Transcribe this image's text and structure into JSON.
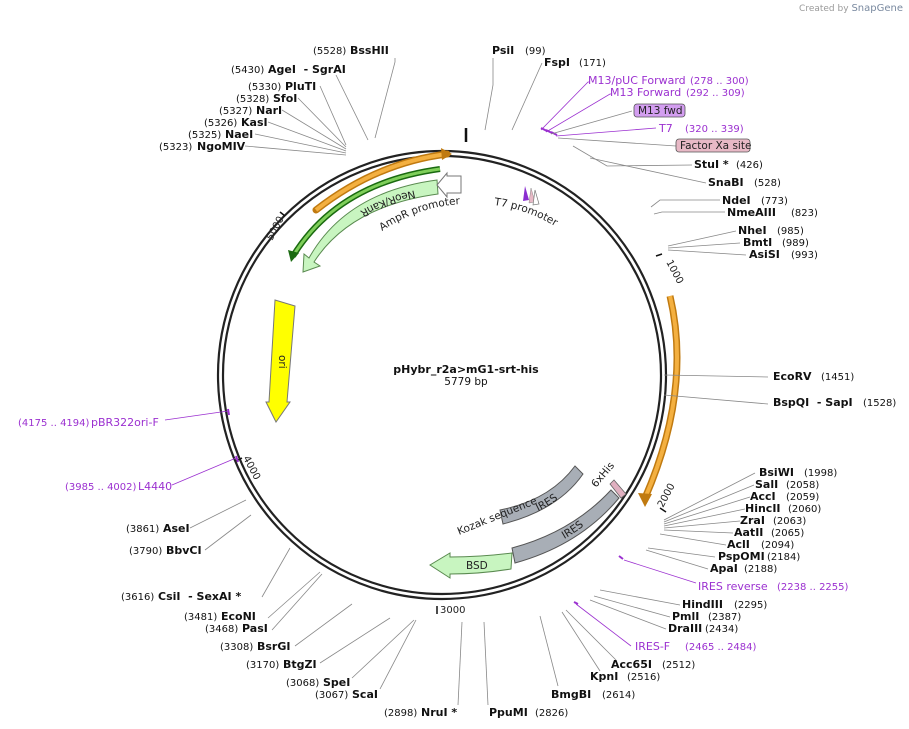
{
  "app": {
    "credit_prefix": "Created by",
    "credit_brand": "SnapGene"
  },
  "plasmid": {
    "name": "pHybr_r2a>mG1-srt-his",
    "size_label": "5779 bp",
    "length": 5779
  },
  "ticks": [
    "1000",
    "2000",
    "3000",
    "4000",
    "5000"
  ],
  "enzymes": [
    {
      "name": "PsiI",
      "pos": "(99)"
    },
    {
      "name": "FspI",
      "pos": "(171)"
    },
    {
      "name": "StuI *",
      "pos": "(426)"
    },
    {
      "name": "SnaBI",
      "pos": "(528)"
    },
    {
      "name": "NdeI",
      "pos": "(773)"
    },
    {
      "name": "NmeAIII",
      "pos": "(823)"
    },
    {
      "name": "NheI",
      "pos": "(985)"
    },
    {
      "name": "BmtI",
      "pos": "(989)"
    },
    {
      "name": "AsiSI",
      "pos": "(993)"
    },
    {
      "name": "EcoRV",
      "pos": "(1451)"
    },
    {
      "name": "BspQI  - SapI",
      "pos": "(1528)"
    },
    {
      "name": "BsiWI",
      "pos": "(1998)"
    },
    {
      "name": "SalI",
      "pos": "(2058)"
    },
    {
      "name": "AccI",
      "pos": "(2059)"
    },
    {
      "name": "HincII",
      "pos": "(2060)"
    },
    {
      "name": "ZraI",
      "pos": "(2063)"
    },
    {
      "name": "AatII",
      "pos": "(2065)"
    },
    {
      "name": "AclI",
      "pos": "(2094)"
    },
    {
      "name": "PspOMI",
      "pos": "(2184)"
    },
    {
      "name": "ApaI",
      "pos": "(2188)"
    },
    {
      "name": "HindIII",
      "pos": "(2295)"
    },
    {
      "name": "PmlI",
      "pos": "(2387)"
    },
    {
      "name": "DraIII",
      "pos": "(2434)"
    },
    {
      "name": "Acc65I",
      "pos": "(2512)"
    },
    {
      "name": "KpnI",
      "pos": "(2516)"
    },
    {
      "name": "BmgBI",
      "pos": "(2614)"
    },
    {
      "name": "PpuMI",
      "pos": "(2826)"
    },
    {
      "name": "NruI *",
      "pos": "(2898)"
    },
    {
      "name": "ScaI",
      "pos": "(3067)"
    },
    {
      "name": "SpeI",
      "pos": "(3068)"
    },
    {
      "name": "BtgZI",
      "pos": "(3170)"
    },
    {
      "name": "BsrGI",
      "pos": "(3308)"
    },
    {
      "name": "PasI",
      "pos": "(3468)"
    },
    {
      "name": "EcoNI",
      "pos": "(3481)"
    },
    {
      "name": "CsiI  - SexAI *",
      "pos": "(3616)"
    },
    {
      "name": "BbvCI",
      "pos": "(3790)"
    },
    {
      "name": "AseI",
      "pos": "(3861)"
    },
    {
      "name": "NgoMIV",
      "pos": "(5323)"
    },
    {
      "name": "NaeI",
      "pos": "(5325)"
    },
    {
      "name": "KasI",
      "pos": "(5326)"
    },
    {
      "name": "NarI",
      "pos": "(5327)"
    },
    {
      "name": "SfoI",
      "pos": "(5328)"
    },
    {
      "name": "PluTI",
      "pos": "(5330)"
    },
    {
      "name": "AgeI  - SgrAI",
      "pos": "(5430)"
    },
    {
      "name": "BssHII",
      "pos": "(5528)"
    }
  ],
  "primers": [
    {
      "name": "M13/pUC Forward",
      "range": "(278 .. 300)"
    },
    {
      "name": "M13 Forward",
      "range": "(292 .. 309)"
    },
    {
      "name": "T7",
      "range": "(320 .. 339)"
    },
    {
      "name": "IRES reverse",
      "range": "(2238 .. 2255)"
    },
    {
      "name": "IRES-F",
      "range": "(2465 .. 2484)"
    },
    {
      "name": "pBR322ori-F",
      "range": "(4175 .. 4194)"
    },
    {
      "name": "L4440",
      "range": "(3985 .. 4002)"
    }
  ],
  "boxed_features": [
    {
      "name": "M13 fwd",
      "color": "#d39ef0"
    },
    {
      "name": "Factor Xa site",
      "color": "#e8b9c6"
    }
  ],
  "features": [
    {
      "name": "T7 promoter"
    },
    {
      "name": "AmpR promoter"
    },
    {
      "name": "NeoR/KanR"
    },
    {
      "name": "ori"
    },
    {
      "name": "Kozak sequence"
    },
    {
      "name": "IRES"
    },
    {
      "name": "IRES"
    },
    {
      "name": "6xHis"
    },
    {
      "name": "BSD"
    }
  ],
  "colors": {
    "primer": "#9b30d0",
    "orange_arc": "#f0a030",
    "neo": "#c8f5c0",
    "ori": "#ffff00",
    "ires": "#a8aeb6",
    "bsd": "#c8f5c0",
    "his": "#e0b0c0"
  }
}
